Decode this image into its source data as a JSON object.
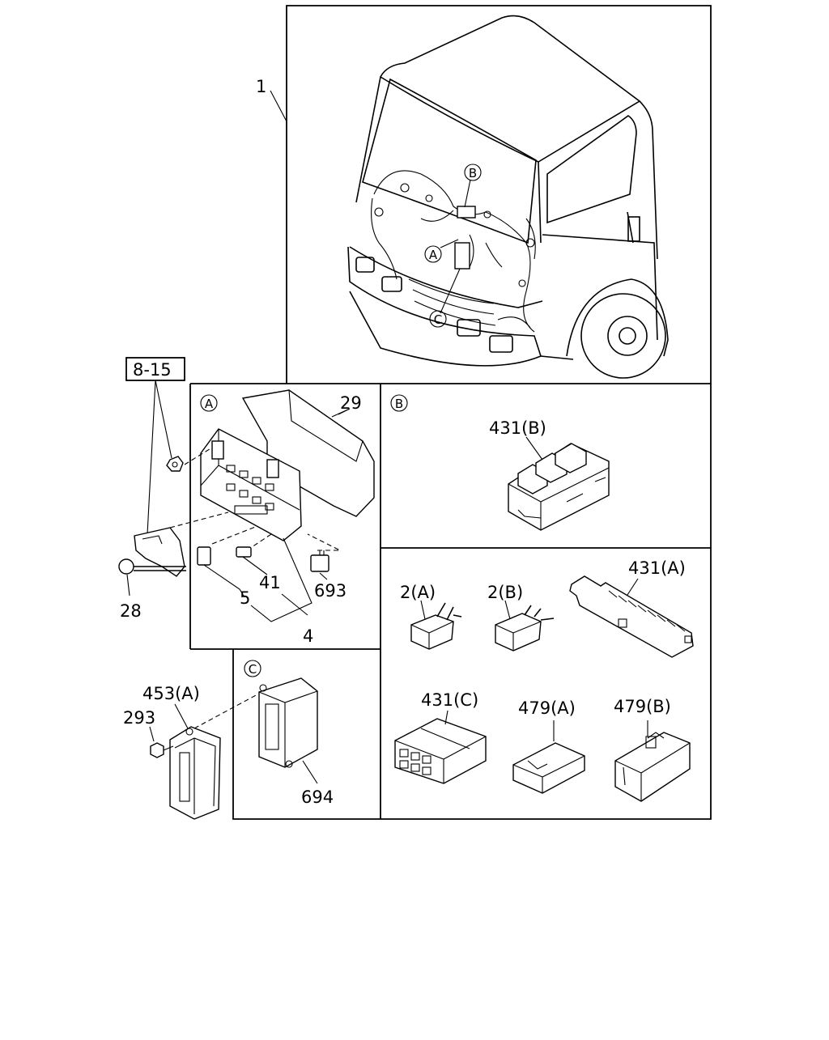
{
  "callouts": {
    "c1": "1",
    "c8_15": "8-15",
    "c28": "28",
    "c29": "29",
    "c41": "41",
    "c5": "5",
    "c4": "4",
    "c693": "693",
    "c431b": "431(B)",
    "c2a": "2(A)",
    "c2b": "2(B)",
    "c431a": "431(A)",
    "c431c": "431(C)",
    "c479a": "479(A)",
    "c479b": "479(B)",
    "c453a": "453(A)",
    "c293": "293",
    "c694": "694"
  },
  "detail_markers": {
    "a": "A",
    "b": "B",
    "c": "C"
  }
}
